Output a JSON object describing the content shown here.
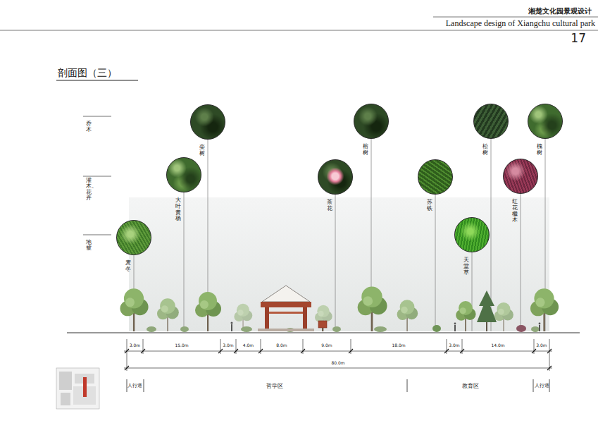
{
  "diagram": {
    "title": "剖面图（三）",
    "nodes": [
      {
        "text": [
          "麦冬"
        ]
      },
      {
        "text": [
          "大叶黄杨"
        ]
      },
      {
        "text": [
          "栾树"
        ]
      },
      {
        "text": [
          "茶花"
        ]
      },
      {
        "text": [
          "榕树"
        ]
      },
      {
        "text": [
          "苏铁"
        ]
      },
      {
        "text": [
          "天堂草"
        ]
      },
      {
        "text": [
          "松树"
        ]
      },
      {
        "text": [
          "红花檵木"
        ]
      },
      {
        "text": [
          "槐树"
        ]
      }
    ],
    "labels": [
      "湘楚文化园景观设计",
      "Landscape design of Xiangchu cultural park",
      "17",
      "乔木",
      "灌木、花卉",
      "地被",
      "3.0m",
      "15.0m",
      "3.0m",
      "4.0m",
      "8.0m",
      "9.0m",
      "18.0m",
      "3.0m",
      "14.0m",
      "3.0m",
      "80.0m",
      "人行道",
      "哲学区",
      "教育区",
      "人行道"
    ]
  }
}
